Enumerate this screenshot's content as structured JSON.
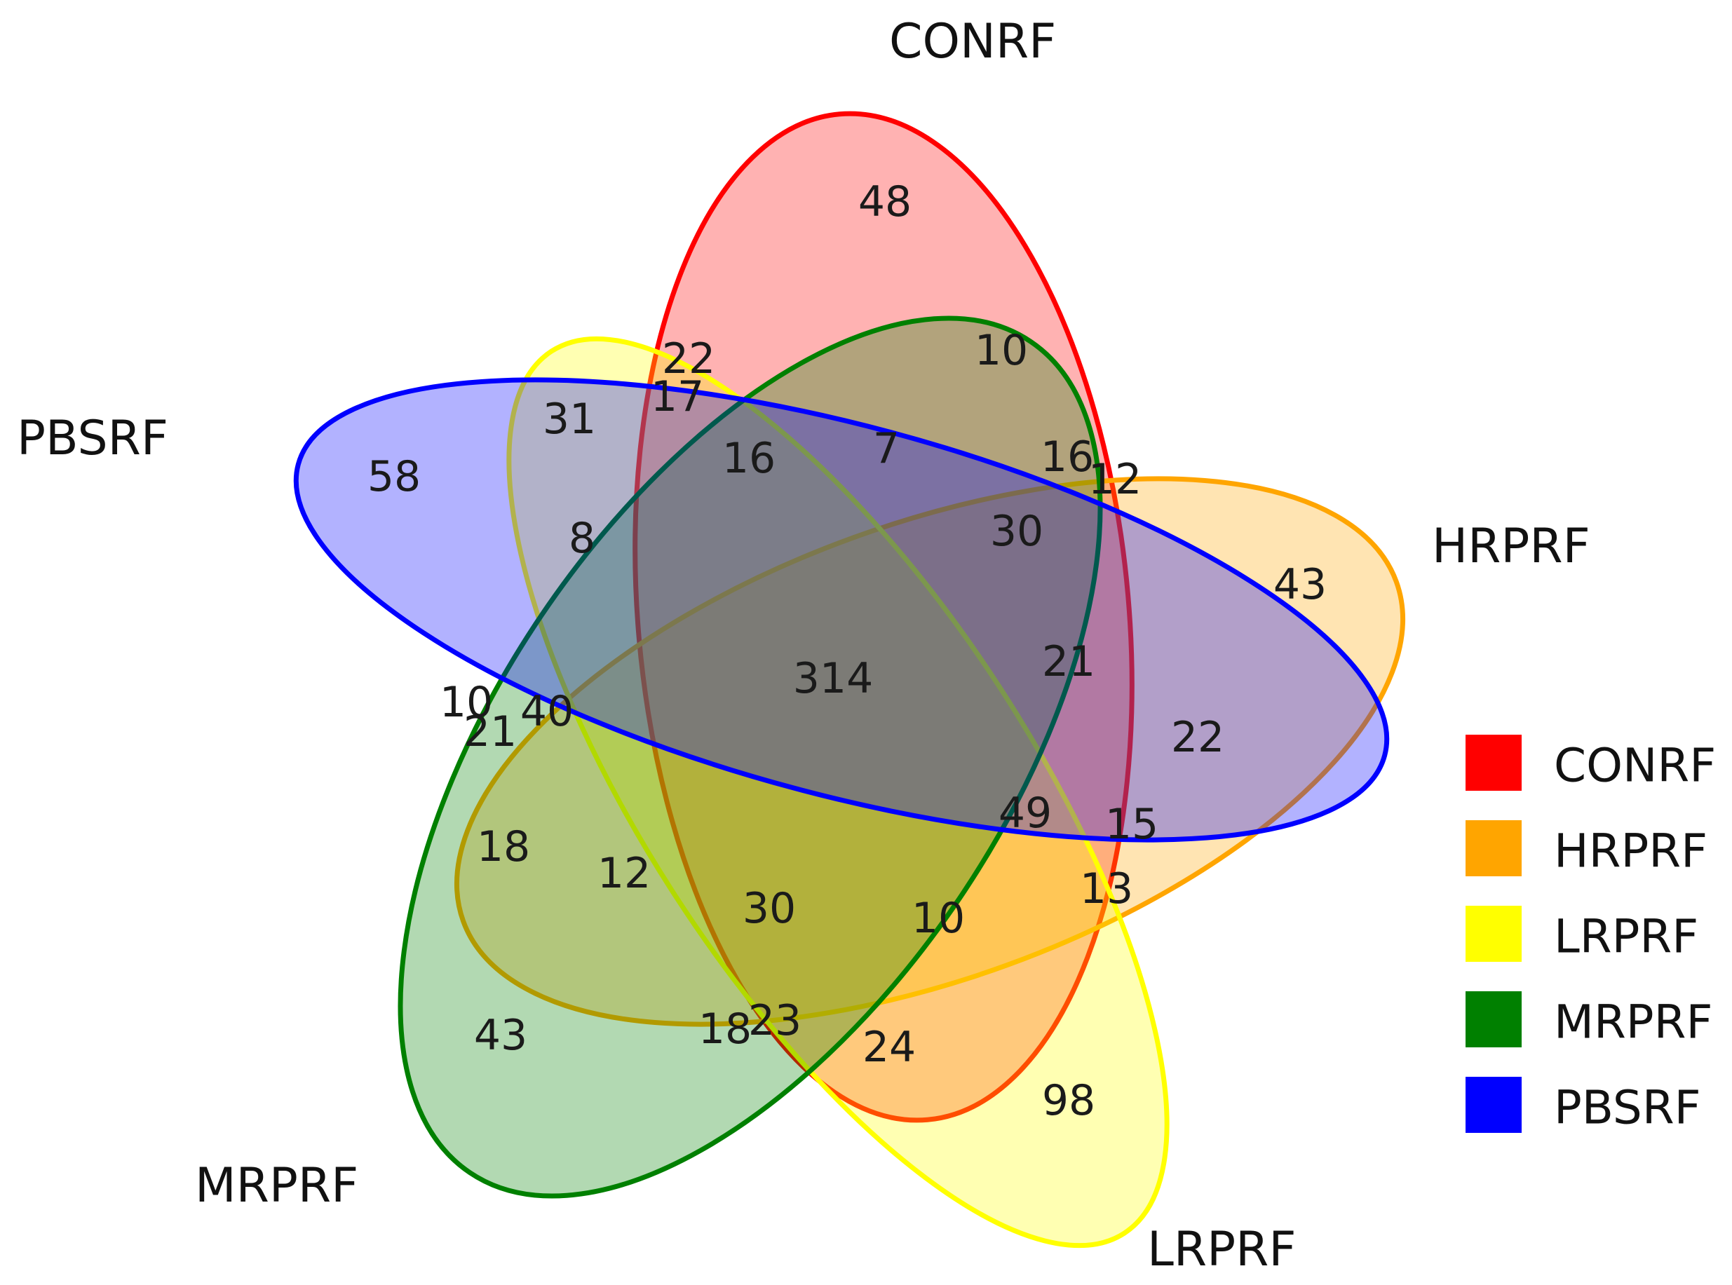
{
  "sets": [
    {
      "id": "CONRF",
      "label": "CONRF",
      "color": "#ff0000",
      "fill": "#ff0000"
    },
    {
      "id": "HRPRF",
      "label": "HRPRF",
      "color": "#ffa500",
      "fill": "#ffa500"
    },
    {
      "id": "LRPRF",
      "label": "LRPRF",
      "color": "#ffff00",
      "fill": "#ffff00"
    },
    {
      "id": "MRPRF",
      "label": "MRPRF",
      "color": "#008000",
      "fill": "#008000"
    },
    {
      "id": "PBSRF",
      "label": "PBSRF",
      "color": "#0000ff",
      "fill": "#0000ff"
    }
  ],
  "region_counts": [
    "48",
    "10",
    "22",
    "17",
    "31",
    "16",
    "7",
    "16",
    "12",
    "58",
    "8",
    "30",
    "43",
    "21",
    "314",
    "10",
    "21",
    "40",
    "22",
    "49",
    "15",
    "18",
    "12",
    "13",
    "30",
    "10",
    "43",
    "18",
    "23",
    "24",
    "98"
  ],
  "legend": [
    {
      "label": "CONRF",
      "color": "#ff0000"
    },
    {
      "label": "HRPRF",
      "color": "#ffa500"
    },
    {
      "label": "LRPRF",
      "color": "#ffff00"
    },
    {
      "label": "MRPRF",
      "color": "#008000"
    },
    {
      "label": "PBSRF",
      "color": "#0000ff"
    }
  ]
}
